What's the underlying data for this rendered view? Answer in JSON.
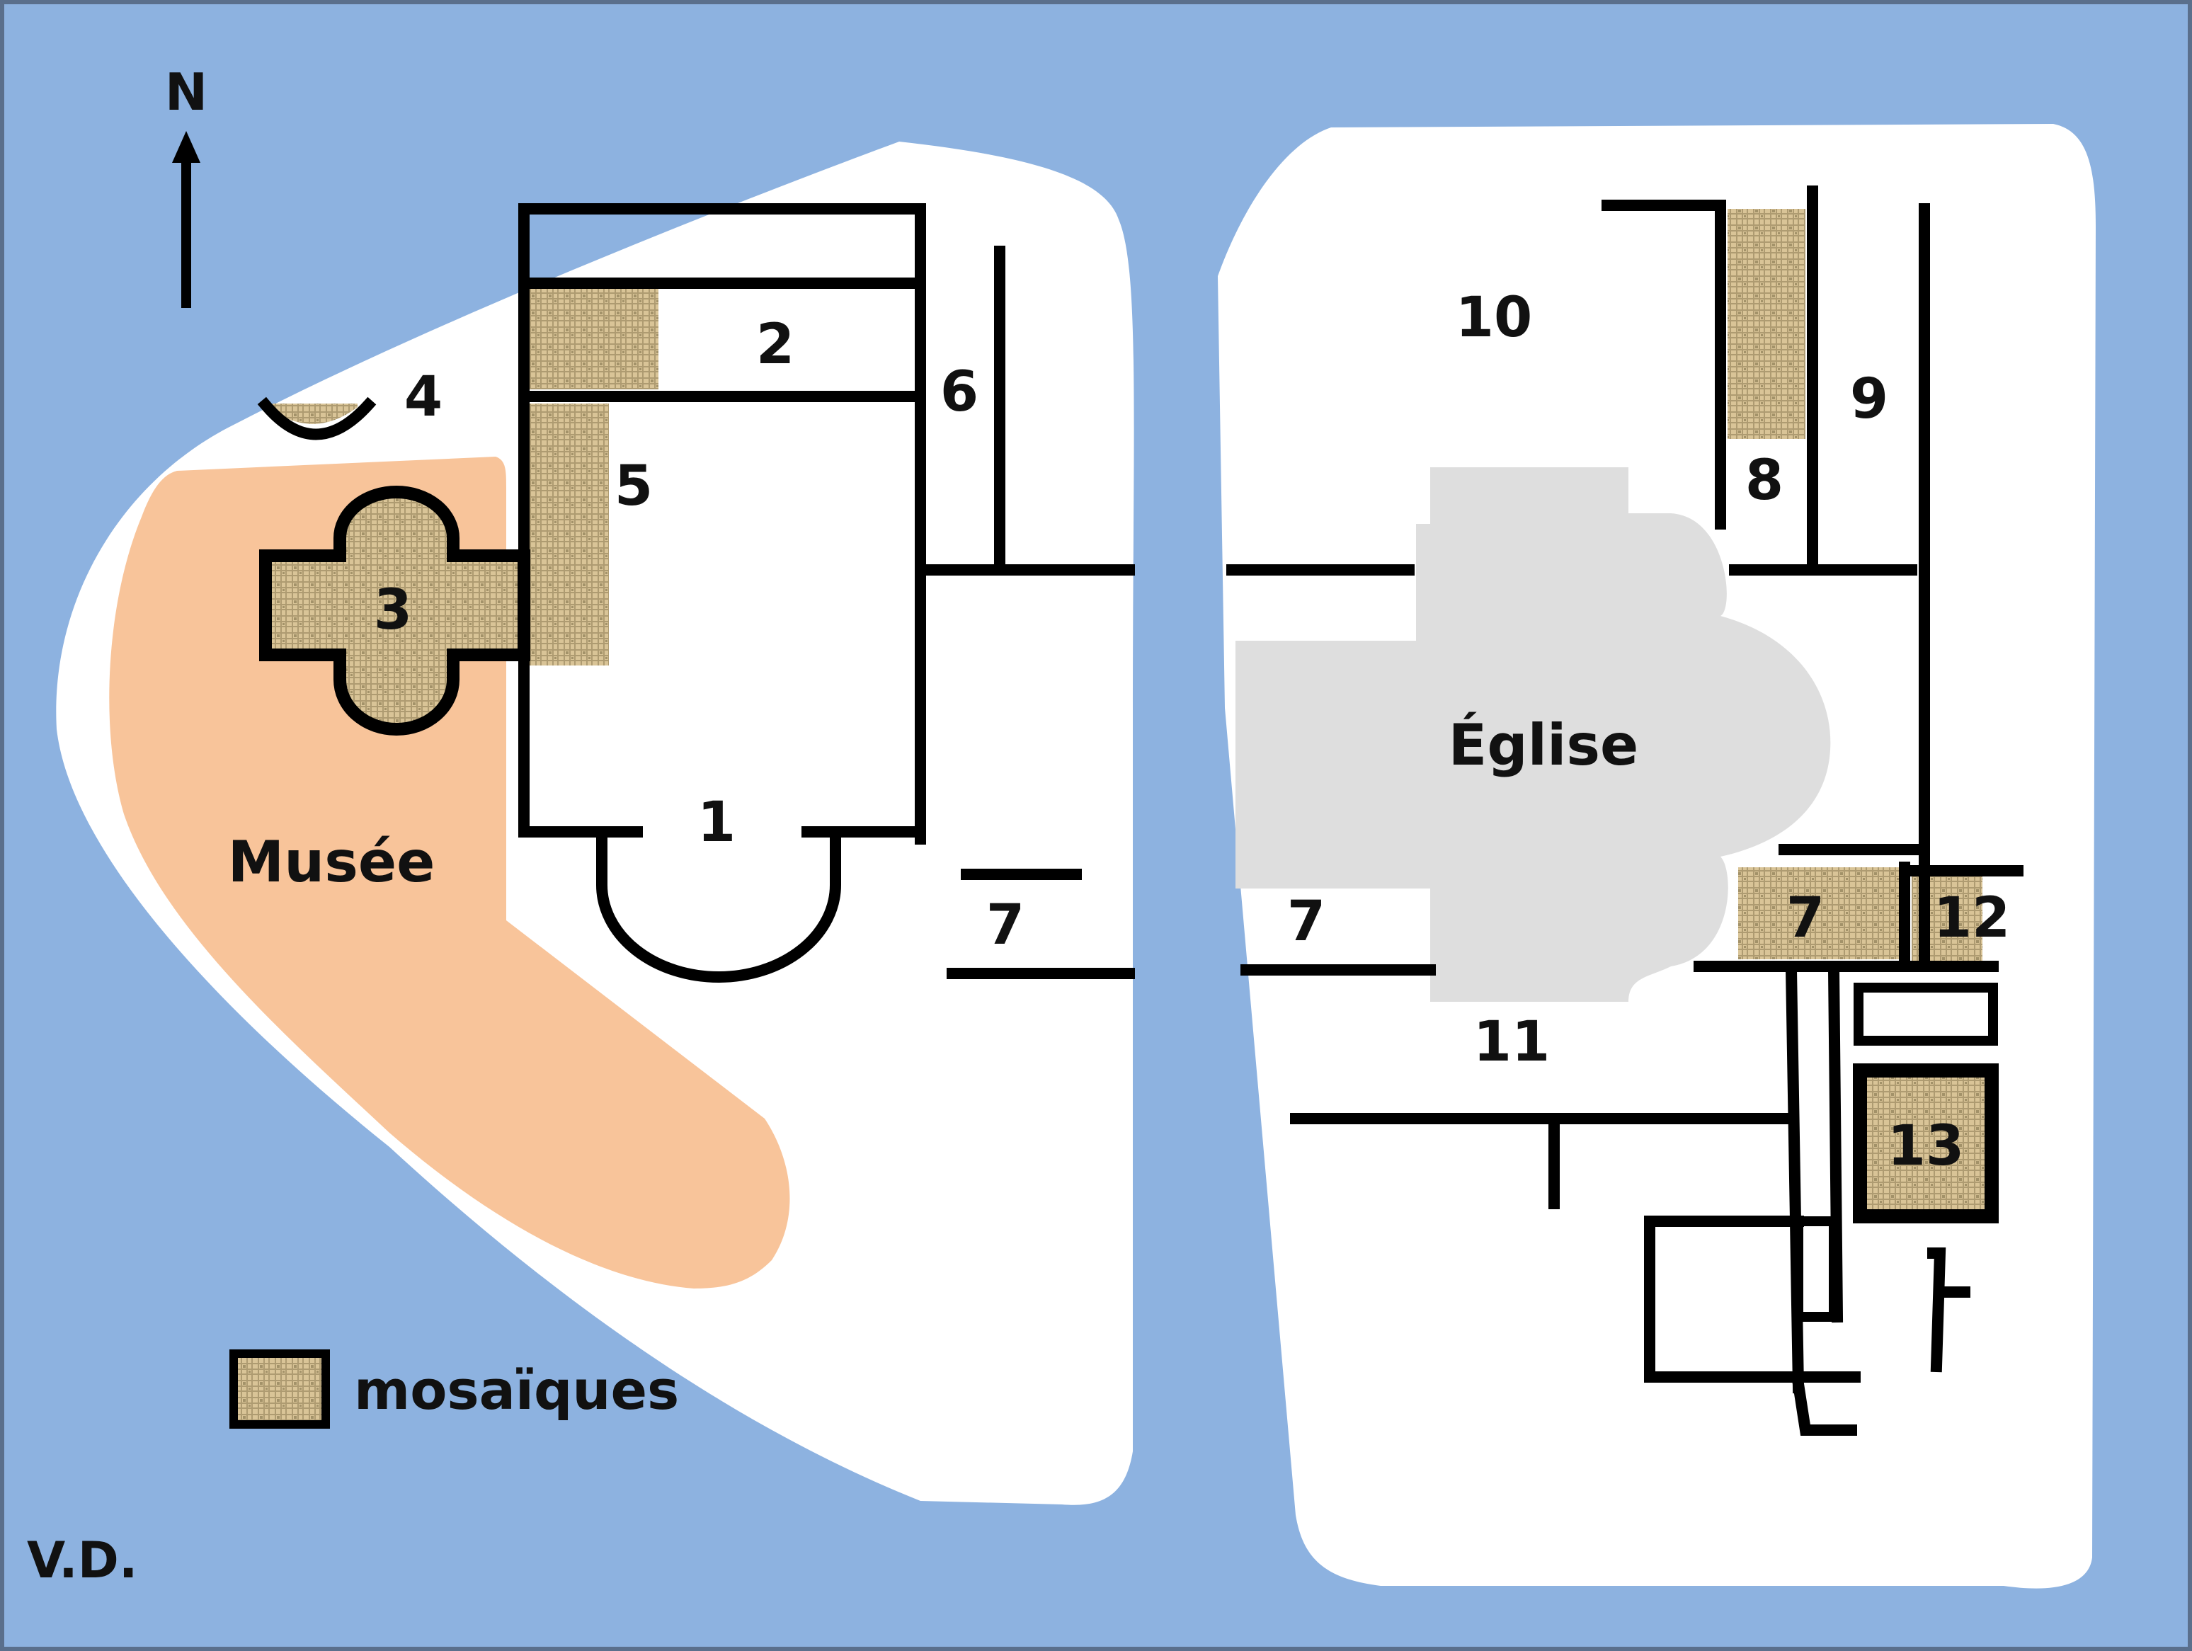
{
  "colors": {
    "water": "#8db2e0",
    "land": "#ffffff",
    "museum": "#f8c49a",
    "church": "#dedede",
    "mosaic": "#d9c497",
    "walls": "#000000"
  },
  "north_arrow": {
    "label": "N"
  },
  "labels": {
    "r1": "1",
    "r2": "2",
    "r3": "3",
    "r4": "4",
    "r5": "5",
    "r6": "6",
    "r7a": "7",
    "r7b": "7",
    "r7c": "7",
    "r8": "8",
    "r9": "9",
    "r10": "10",
    "r11": "11",
    "r12": "12",
    "r13": "13",
    "church": "Église",
    "museum": "Musée"
  },
  "legend": {
    "mosaic_label": "mosaïques"
  },
  "credit": "V.D."
}
